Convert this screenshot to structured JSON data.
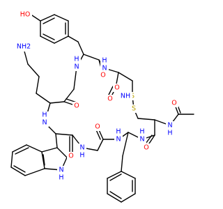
{
  "colors": {
    "background": "#ffffff",
    "bond": "#000000",
    "oxygen": "#ff0000",
    "nitrogen": "#0000ff",
    "sulfur": "#b8a000"
  },
  "atom_labels": {
    "hydroxyl": "HO",
    "amine": "NH2",
    "amide_n1": "N",
    "amide_h1": "H",
    "amide_n2": "N",
    "amide_h2": "H",
    "amide_n3": "NH",
    "amide_n4": "N",
    "amide_h4": "H",
    "amide_n5": "N",
    "amide_h5": "H",
    "amide_n6": "N",
    "amide_h6": "H",
    "amide_n7": "N",
    "amide_h7": "H",
    "amide_n8": "N",
    "amide_h8": "H",
    "indole_n": "N",
    "indole_h": "H",
    "sulfur_1": "S",
    "sulfur_2": "S",
    "oxygen_1": "O",
    "oxygen_2": "O",
    "oxygen_3": "O",
    "oxygen_4": "O",
    "oxygen_5": "O",
    "oxygen_6": "O",
    "oxygen_7": "O",
    "oxygen_8": "O"
  }
}
